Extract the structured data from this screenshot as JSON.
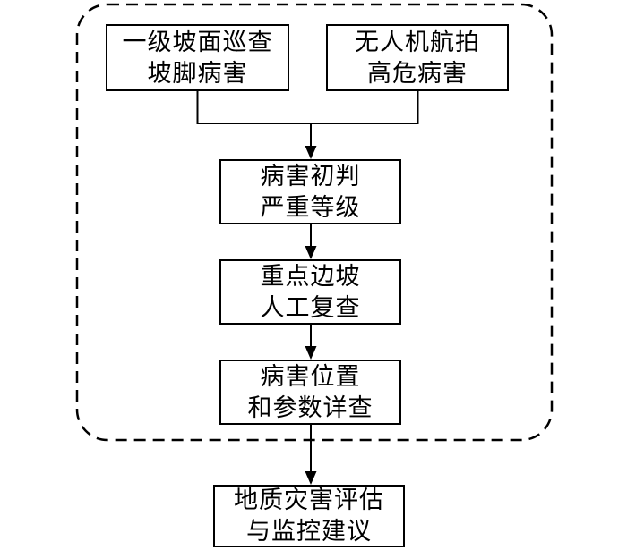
{
  "diagram": {
    "type": "flowchart",
    "colors": {
      "line": "#000000",
      "background": "#ffffff",
      "node_fill": "#ffffff"
    },
    "nodes": [
      {
        "id": "patrol",
        "line1": "一级坡面巡查",
        "line2": "坡脚病害"
      },
      {
        "id": "uav",
        "line1": "无人机航拍",
        "line2": "高危病害"
      },
      {
        "id": "severity",
        "line1": "病害初判",
        "line2": "严重等级"
      },
      {
        "id": "recheck",
        "line1": "重点边坡",
        "line2": "人工复查"
      },
      {
        "id": "detail",
        "line1": "病害位置",
        "line2": "和参数详查"
      },
      {
        "id": "assessment",
        "line1": "地质灾害评估",
        "line2": "与监控建议"
      }
    ],
    "edges": [
      {
        "from": "patrol",
        "to": "severity"
      },
      {
        "from": "uav",
        "to": "severity"
      },
      {
        "from": "severity",
        "to": "recheck"
      },
      {
        "from": "recheck",
        "to": "detail"
      },
      {
        "from": "detail",
        "to": "assessment"
      }
    ],
    "dashed_group_contains": [
      "patrol",
      "uav",
      "severity",
      "recheck",
      "detail"
    ]
  }
}
